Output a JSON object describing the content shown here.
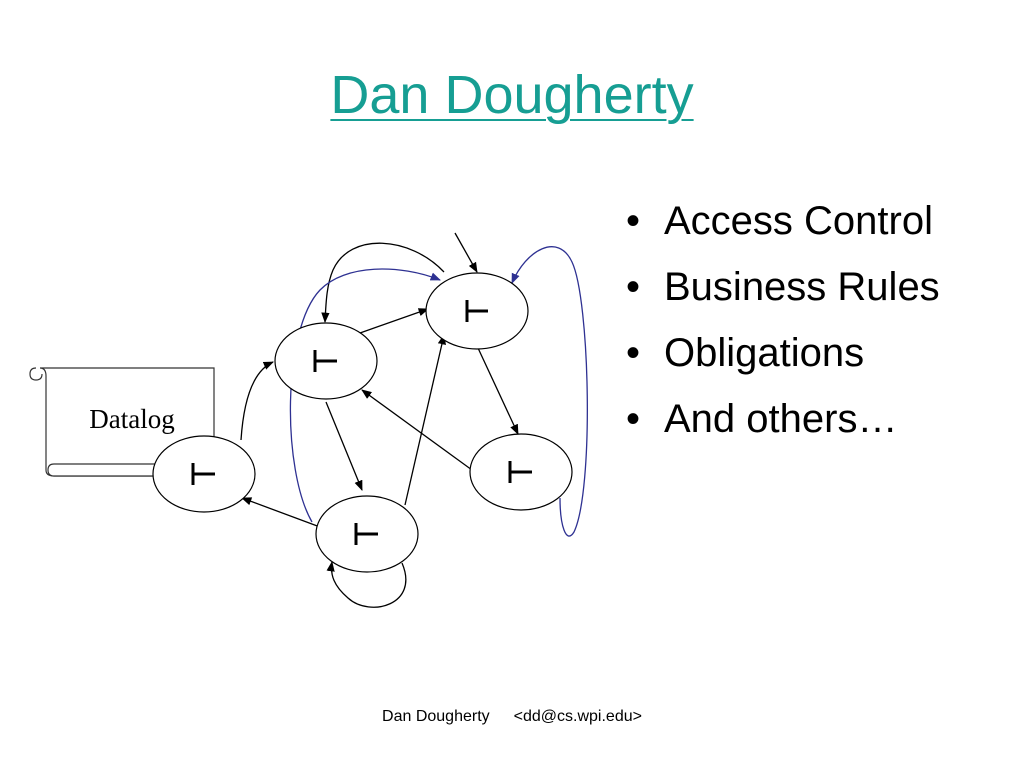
{
  "slide": {
    "title": "Dan Dougherty",
    "bullets": [
      "Access Control",
      "Business Rules",
      "Obligations",
      "And others…"
    ],
    "bullet_marker": "•",
    "footer": {
      "name": "Dan Dougherty",
      "email": "<dd@cs.wpi.edu>"
    }
  },
  "diagram": {
    "scroll_label": "Datalog",
    "node_symbol": "turnstile",
    "nodes": [
      "top",
      "left",
      "scroll-node",
      "right",
      "bottom"
    ],
    "colors": {
      "title": "#169e93",
      "blue_edges": "#2e3192",
      "edges": "#000000"
    }
  }
}
